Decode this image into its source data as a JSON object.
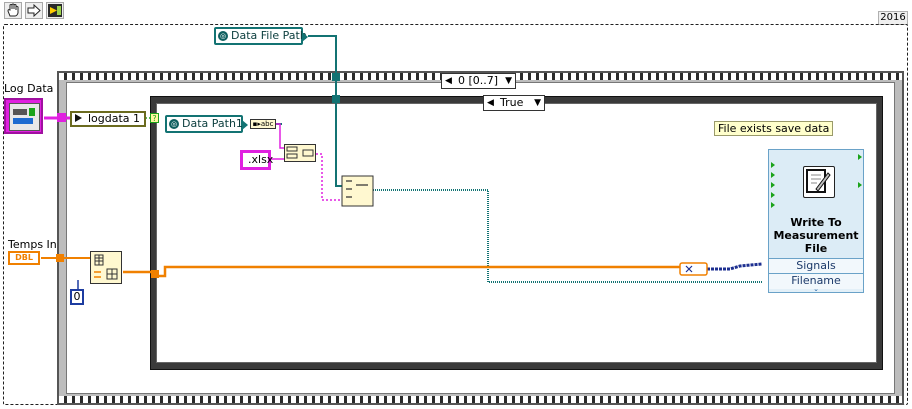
{
  "version_label": "2016",
  "loop": {
    "case_selector_value": "0 [0..7]"
  },
  "case_structure": {
    "selector_value": "True"
  },
  "controls": {
    "log_data": "Log Data",
    "temps_in": "Temps In",
    "temps_in_type": "DBL"
  },
  "constants": {
    "data_file_path": "Data File Path",
    "data_path_1": "Data Path1",
    "xlsx": ".xlsx",
    "logdata": "logdata 1",
    "zero": "0"
  },
  "comment": "File exists save data",
  "express_vi": {
    "title": "Write To Measurement File",
    "terminals": [
      "Signals",
      "Filename"
    ]
  },
  "colors": {
    "path_wire": "#137373",
    "string_wire": "#e020e0",
    "dbl_wire": "#f08000",
    "dynamic_wire": "#1d2f90",
    "cluster_wire": "#6b6b1f"
  },
  "icons": {
    "toolbar": [
      "hand-icon",
      "arrow-icon",
      "run-icon"
    ]
  }
}
